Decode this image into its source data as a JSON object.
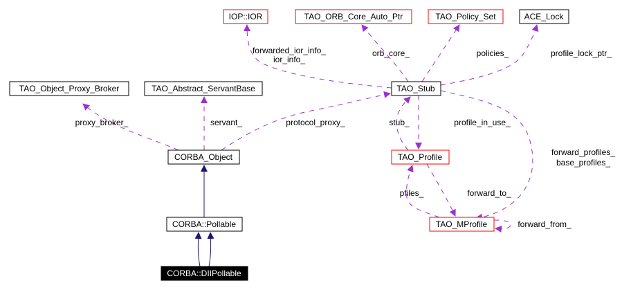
{
  "diagram": {
    "kind": "collaboration-graph",
    "colors": {
      "inheritance_edge": "#191970",
      "usage_edge": "#9a32cd",
      "documented_border": "#000000",
      "undocumented_border": "#ff0000",
      "focus_fill": "#000000",
      "focus_text": "#ffffff"
    },
    "nodes": {
      "ior": {
        "label": "IOP::IOR",
        "style": "red"
      },
      "orb_core_ptr": {
        "label": "TAO_ORB_Core_Auto_Ptr",
        "style": "red"
      },
      "policy_set": {
        "label": "TAO_Policy_Set",
        "style": "red"
      },
      "ace_lock": {
        "label": "ACE_Lock",
        "style": "black"
      },
      "proxy_broker": {
        "label": "TAO_Object_Proxy_Broker",
        "style": "black"
      },
      "servant_base": {
        "label": "TAO_Abstract_ServantBase",
        "style": "black"
      },
      "stub": {
        "label": "TAO_Stub",
        "style": "black"
      },
      "corba_object": {
        "label": "CORBA_Object",
        "style": "black"
      },
      "profile": {
        "label": "TAO_Profile",
        "style": "red"
      },
      "pollable": {
        "label": "CORBA::Pollable",
        "style": "black"
      },
      "mprofile": {
        "label": "TAO_MProfile",
        "style": "red"
      },
      "dii_pollable": {
        "label": "CORBA::DIIPollable",
        "style": "focus"
      }
    },
    "edge_labels": {
      "ior_info": [
        "forwarded_ior_info_",
        "ior_info_"
      ],
      "orb_core": "orb_core_",
      "policies": "policies_",
      "profile_lock_ptr": "profile_lock_ptr_",
      "proxy_broker": "proxy_broker_",
      "servant": "servant_",
      "protocol_proxy": "protocol_proxy_",
      "stub": "stub_",
      "profile_in_use": "profile_in_use_",
      "forward_profiles": [
        "forward_profiles_",
        "base_profiles_"
      ],
      "pfiles": "pfiles_",
      "forward_to": "forward_to_",
      "forward_from": "forward_from_"
    }
  }
}
